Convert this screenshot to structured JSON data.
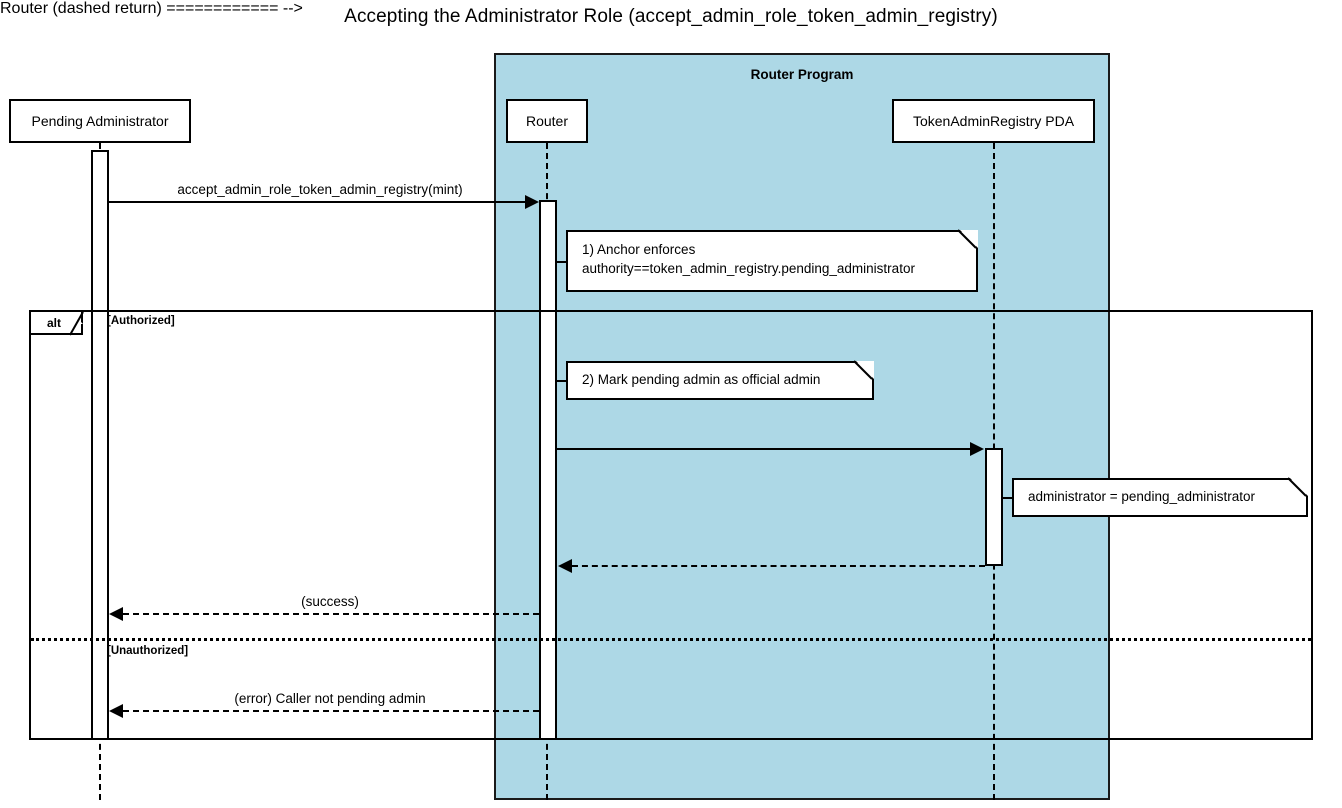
{
  "diagram": {
    "title": "Accepting the Administrator Role (accept_admin_role_token_admin_registry)",
    "type": "uml-sequence-diagram",
    "colors": {
      "group_fill": "#ADD8E6",
      "line": "#000000",
      "note_fill": "#FFFFFF",
      "background": "#FFFFFF"
    }
  },
  "group": {
    "label": "Router Program"
  },
  "participants": [
    {
      "id": "pending-administrator",
      "label": "Pending Administrator"
    },
    {
      "id": "router",
      "label": "Router"
    },
    {
      "id": "token-admin-registry-pda",
      "label": "TokenAdminRegistry PDA"
    }
  ],
  "messages": [
    {
      "id": "call-accept-admin-role",
      "label": "accept_admin_role_token_admin_registry(mint)",
      "from": "pending-administrator",
      "to": "router",
      "style": "solid",
      "direction": "right"
    },
    {
      "id": "update-registry",
      "label": "",
      "from": "router",
      "to": "token-admin-registry-pda",
      "style": "solid",
      "direction": "right"
    },
    {
      "id": "registry-return",
      "label": "",
      "from": "token-admin-registry-pda",
      "to": "router",
      "style": "dashed",
      "direction": "left"
    },
    {
      "id": "reply-success",
      "label": "(success)",
      "from": "router",
      "to": "pending-administrator",
      "style": "dashed",
      "direction": "left"
    },
    {
      "id": "reply-error",
      "label": "(error) Caller not pending admin",
      "from": "router",
      "to": "pending-administrator",
      "style": "dashed",
      "direction": "left"
    }
  ],
  "notes": [
    {
      "id": "note-anchor-enforces",
      "line1": "1) Anchor enforces",
      "line2": "authority==token_admin_registry.pending_administrator"
    },
    {
      "id": "note-mark-pending-admin",
      "line1": "2) Mark pending admin as official admin"
    },
    {
      "id": "note-administrator-assignment",
      "line1": "administrator = pending_administrator"
    }
  ],
  "fragment": {
    "operator": "alt",
    "guards": [
      {
        "id": "guard-authorized",
        "label": "[Authorized]"
      },
      {
        "id": "guard-unauthorized",
        "label": "[Unauthorized]"
      }
    ]
  }
}
